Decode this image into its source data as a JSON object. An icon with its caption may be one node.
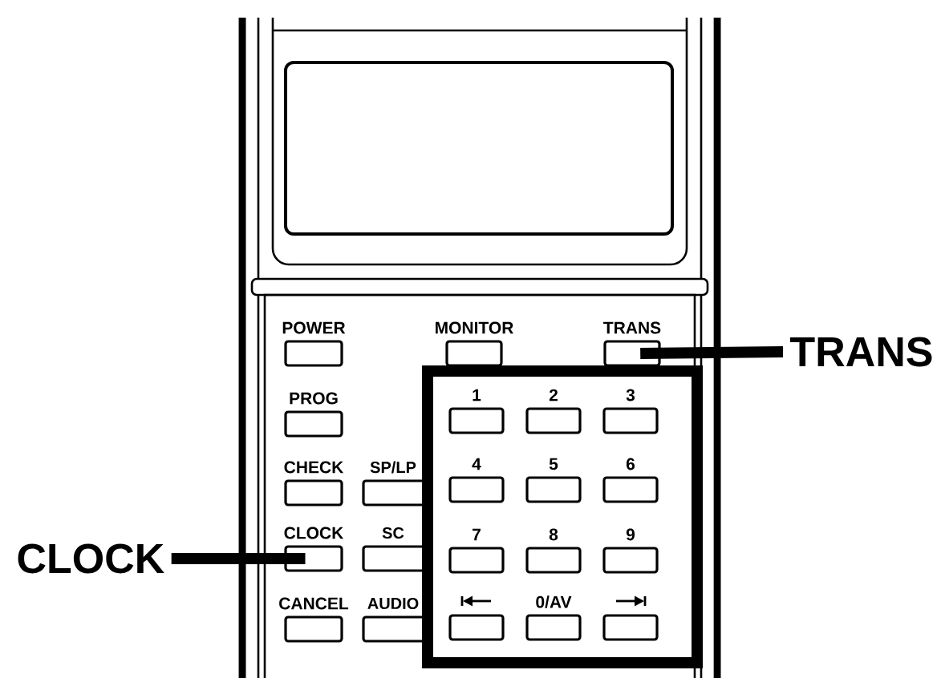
{
  "diagram": {
    "nodes": [
      {
        "text": [
          "POWER"
        ]
      },
      {
        "text": [
          "MONITOR"
        ]
      },
      {
        "text": [
          "TRANS"
        ]
      },
      {
        "text": [
          "TRANS"
        ]
      },
      {
        "text": [
          "PROG"
        ]
      },
      {
        "text": [],
        "shape": "box"
      },
      {
        "text": [
          "1"
        ],
        "in": 5
      },
      {
        "text": [
          "2"
        ],
        "in": 5
      },
      {
        "text": [
          "3"
        ],
        "in": 5
      },
      {
        "text": [
          "CHECK"
        ]
      },
      {
        "text": [
          "SP/LP"
        ]
      },
      {
        "text": [
          "4"
        ],
        "in": 5
      },
      {
        "text": [
          "5"
        ],
        "in": 5
      },
      {
        "text": [
          "6"
        ],
        "in": 5
      },
      {
        "text": [
          "CLOCK"
        ]
      },
      {
        "text": [
          "CLOCK"
        ]
      },
      {
        "text": [
          "SC"
        ]
      },
      {
        "text": [
          "7"
        ],
        "in": 5
      },
      {
        "text": [
          "8"
        ],
        "in": 5
      },
      {
        "text": [
          "9"
        ],
        "in": 5
      },
      {
        "text": [
          "CANCEL"
        ]
      },
      {
        "text": [
          "AUDIO"
        ]
      },
      {
        "text": [],
        "shape": "box",
        "in": 5
      },
      {
        "text": [
          "0/AV"
        ],
        "in": 5
      },
      {
        "text": [],
        "shape": "box",
        "in": 5
      }
    ],
    "edges": [
      {
        "from": 3,
        "to": 2,
        "arrow": "none"
      },
      {
        "from": 14,
        "to": 15,
        "arrow": "none"
      }
    ]
  }
}
